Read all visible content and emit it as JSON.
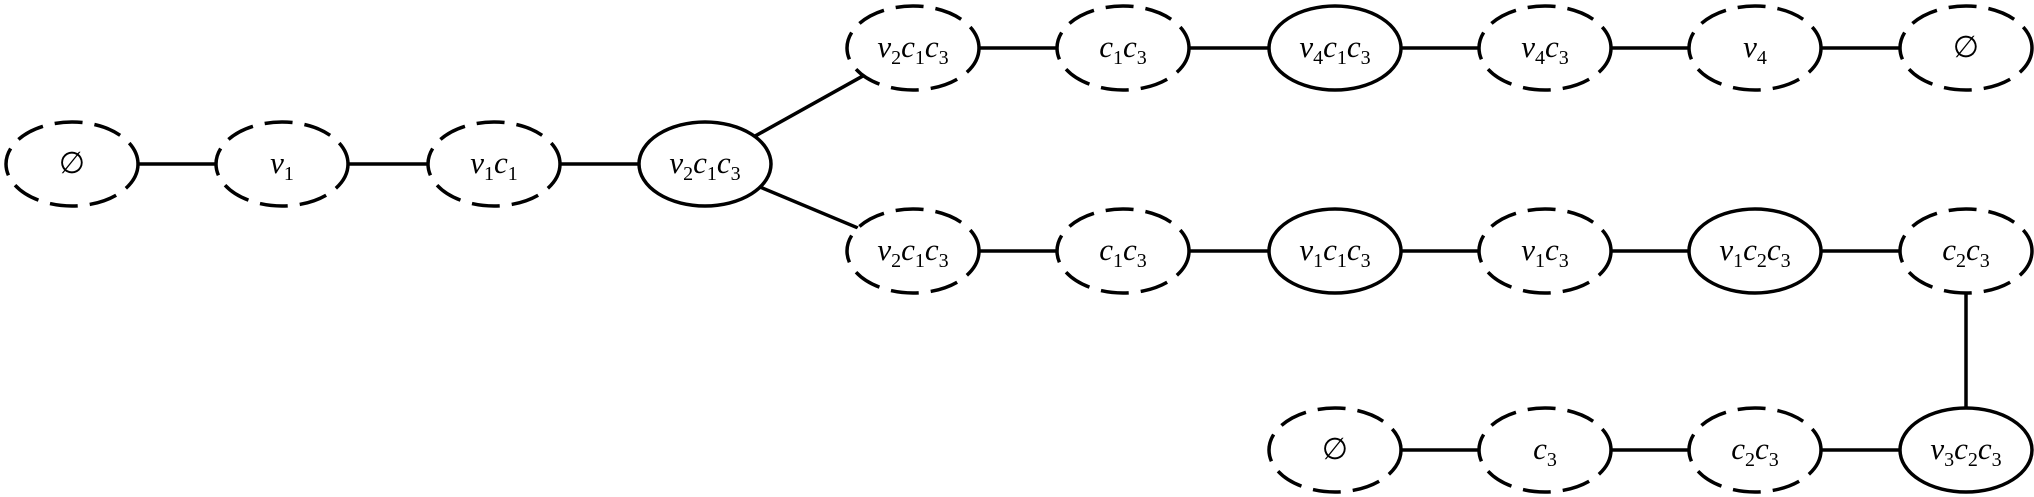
{
  "diagram": {
    "nodes": [
      {
        "id": "n_empty_start",
        "label": "∅",
        "style": "dashed"
      },
      {
        "id": "n_v1",
        "label": "v1",
        "style": "dashed"
      },
      {
        "id": "n_v1c1",
        "label": "v1c1",
        "style": "dashed"
      },
      {
        "id": "n_v2c1c3_root",
        "label": "v2c1c3",
        "style": "solid"
      },
      {
        "id": "n_top_v2c1c3",
        "label": "v2c1c3",
        "style": "dashed"
      },
      {
        "id": "n_top_c1c3",
        "label": "c1c3",
        "style": "dashed"
      },
      {
        "id": "n_top_v4c1c3",
        "label": "v4c1c3",
        "style": "solid"
      },
      {
        "id": "n_top_v4c3",
        "label": "v4c3",
        "style": "dashed"
      },
      {
        "id": "n_top_v4",
        "label": "v4",
        "style": "dashed"
      },
      {
        "id": "n_top_empty",
        "label": "∅",
        "style": "dashed"
      },
      {
        "id": "n_mid_v2c1c3",
        "label": "v2c1c3",
        "style": "dashed"
      },
      {
        "id": "n_mid_c1c3",
        "label": "c1c3",
        "style": "dashed"
      },
      {
        "id": "n_mid_v1c1c3",
        "label": "v1c1c3",
        "style": "solid"
      },
      {
        "id": "n_mid_v1c3",
        "label": "v1c3",
        "style": "dashed"
      },
      {
        "id": "n_mid_v1c2c3",
        "label": "v1c2c3",
        "style": "solid"
      },
      {
        "id": "n_mid_c2c3",
        "label": "c2c3",
        "style": "dashed"
      },
      {
        "id": "n_bot_v3c2c3",
        "label": "v3c2c3",
        "style": "solid"
      },
      {
        "id": "n_bot_c2c3",
        "label": "c2c3",
        "style": "dashed"
      },
      {
        "id": "n_bot_c3",
        "label": "c3",
        "style": "dashed"
      },
      {
        "id": "n_bot_empty",
        "label": "∅",
        "style": "dashed"
      }
    ],
    "edges": [
      {
        "from": "n_empty_start",
        "to": "n_v1"
      },
      {
        "from": "n_v1",
        "to": "n_v1c1"
      },
      {
        "from": "n_v1c1",
        "to": "n_v2c1c3_root"
      },
      {
        "from": "n_v2c1c3_root",
        "to": "n_top_v2c1c3"
      },
      {
        "from": "n_v2c1c3_root",
        "to": "n_mid_v2c1c3"
      },
      {
        "from": "n_top_v2c1c3",
        "to": "n_top_c1c3"
      },
      {
        "from": "n_top_c1c3",
        "to": "n_top_v4c1c3"
      },
      {
        "from": "n_top_v4c1c3",
        "to": "n_top_v4c3"
      },
      {
        "from": "n_top_v4c3",
        "to": "n_top_v4"
      },
      {
        "from": "n_top_v4",
        "to": "n_top_empty"
      },
      {
        "from": "n_mid_v2c1c3",
        "to": "n_mid_c1c3"
      },
      {
        "from": "n_mid_c1c3",
        "to": "n_mid_v1c1c3"
      },
      {
        "from": "n_mid_v1c1c3",
        "to": "n_mid_v1c3"
      },
      {
        "from": "n_mid_v1c3",
        "to": "n_mid_v1c2c3"
      },
      {
        "from": "n_mid_v1c2c3",
        "to": "n_mid_c2c3"
      },
      {
        "from": "n_mid_c2c3",
        "to": "n_bot_v3c2c3"
      },
      {
        "from": "n_bot_v3c2c3",
        "to": "n_bot_c2c3"
      },
      {
        "from": "n_bot_c2c3",
        "to": "n_bot_c3"
      },
      {
        "from": "n_bot_c3",
        "to": "n_bot_empty"
      }
    ]
  }
}
